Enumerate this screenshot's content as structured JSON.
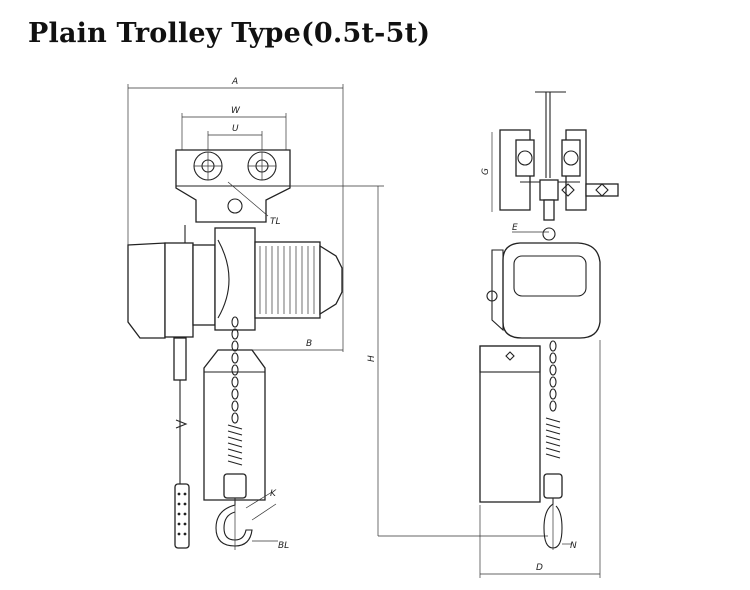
{
  "title": "Plain Trolley Type(0.5t-5t)",
  "dimensions": {
    "A": "A",
    "W": "W",
    "U": "U",
    "TL": "TL",
    "B": "B",
    "H": "H",
    "K": "K",
    "BL": "BL",
    "G": "G",
    "E": "E",
    "N": "N",
    "D": "D"
  }
}
